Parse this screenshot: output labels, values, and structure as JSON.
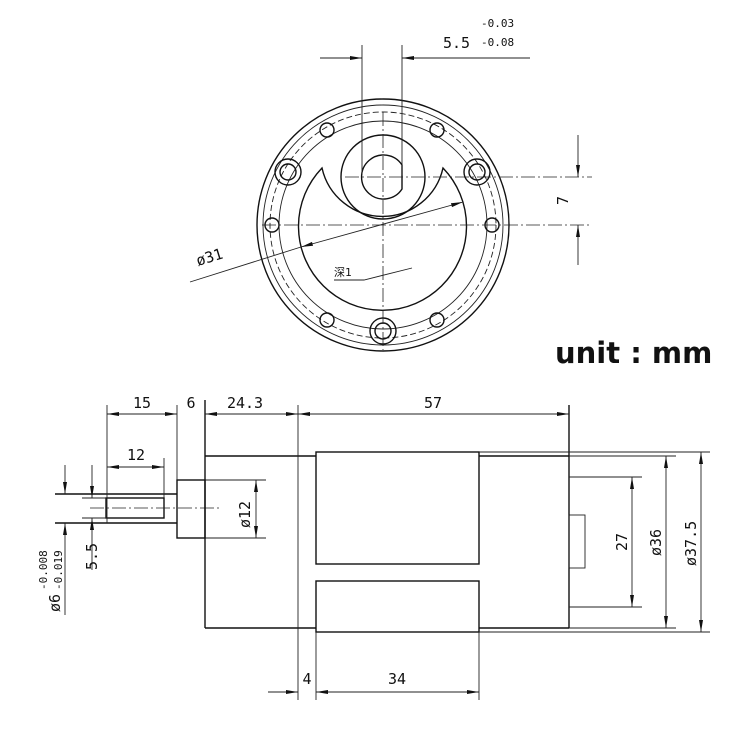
{
  "unit_label": "unit : mm",
  "front_view": {
    "key_width": {
      "value": "5.5",
      "upper_tol": "-0.03",
      "lower_tol": "-0.08"
    },
    "shaft_offset": "7",
    "bolt_circle": "ø31",
    "depth_note": "深1"
  },
  "side_view": {
    "top_dims": [
      "15",
      "6",
      "24.3",
      "57"
    ],
    "flat_length": "12",
    "flat_height": "5.5",
    "shaft_dia": {
      "value": "ø6",
      "upper_tol": "-0.008",
      "lower_tol": "-0.019"
    },
    "hub_dia": "ø12",
    "end_cap": "27",
    "body_dia": "ø36",
    "outer_dia": "ø37.5",
    "bottom_dims": [
      "4",
      "34"
    ]
  }
}
